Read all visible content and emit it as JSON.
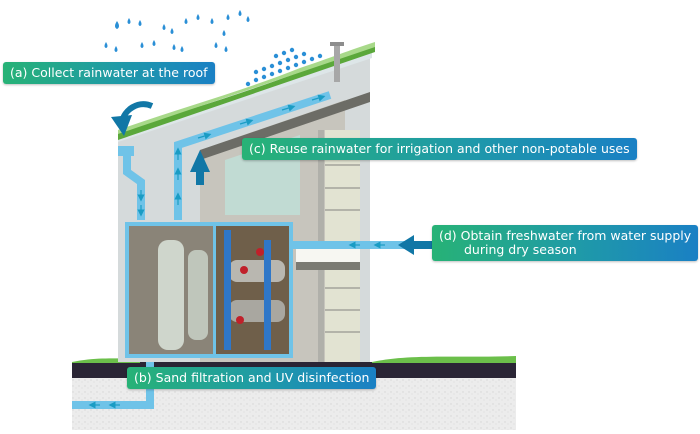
{
  "labels": {
    "a": "(a) Collect rainwater at the roof",
    "b": "(b) Sand filtration and UV disinfection",
    "c": "(c) Reuse rainwater for irrigation and other non-potable uses",
    "d_line1": "(d) Obtain freshwater from water supply",
    "d_line2": "during dry season"
  },
  "colors": {
    "label_gradient_start": "#27b276",
    "label_gradient_end": "#1a80c4",
    "pipe": "#6fc3e8",
    "arrow": "#1177a6",
    "rain": "#2a8fd6",
    "grass": "#6bbf4a",
    "ground": "#e9e9e9",
    "soil_band": "#2a2535"
  },
  "icons": [
    "rain-drops-icon",
    "curved-arrow-icon",
    "up-arrow-icon",
    "left-arrow-icon",
    "vent-pipe-icon"
  ]
}
